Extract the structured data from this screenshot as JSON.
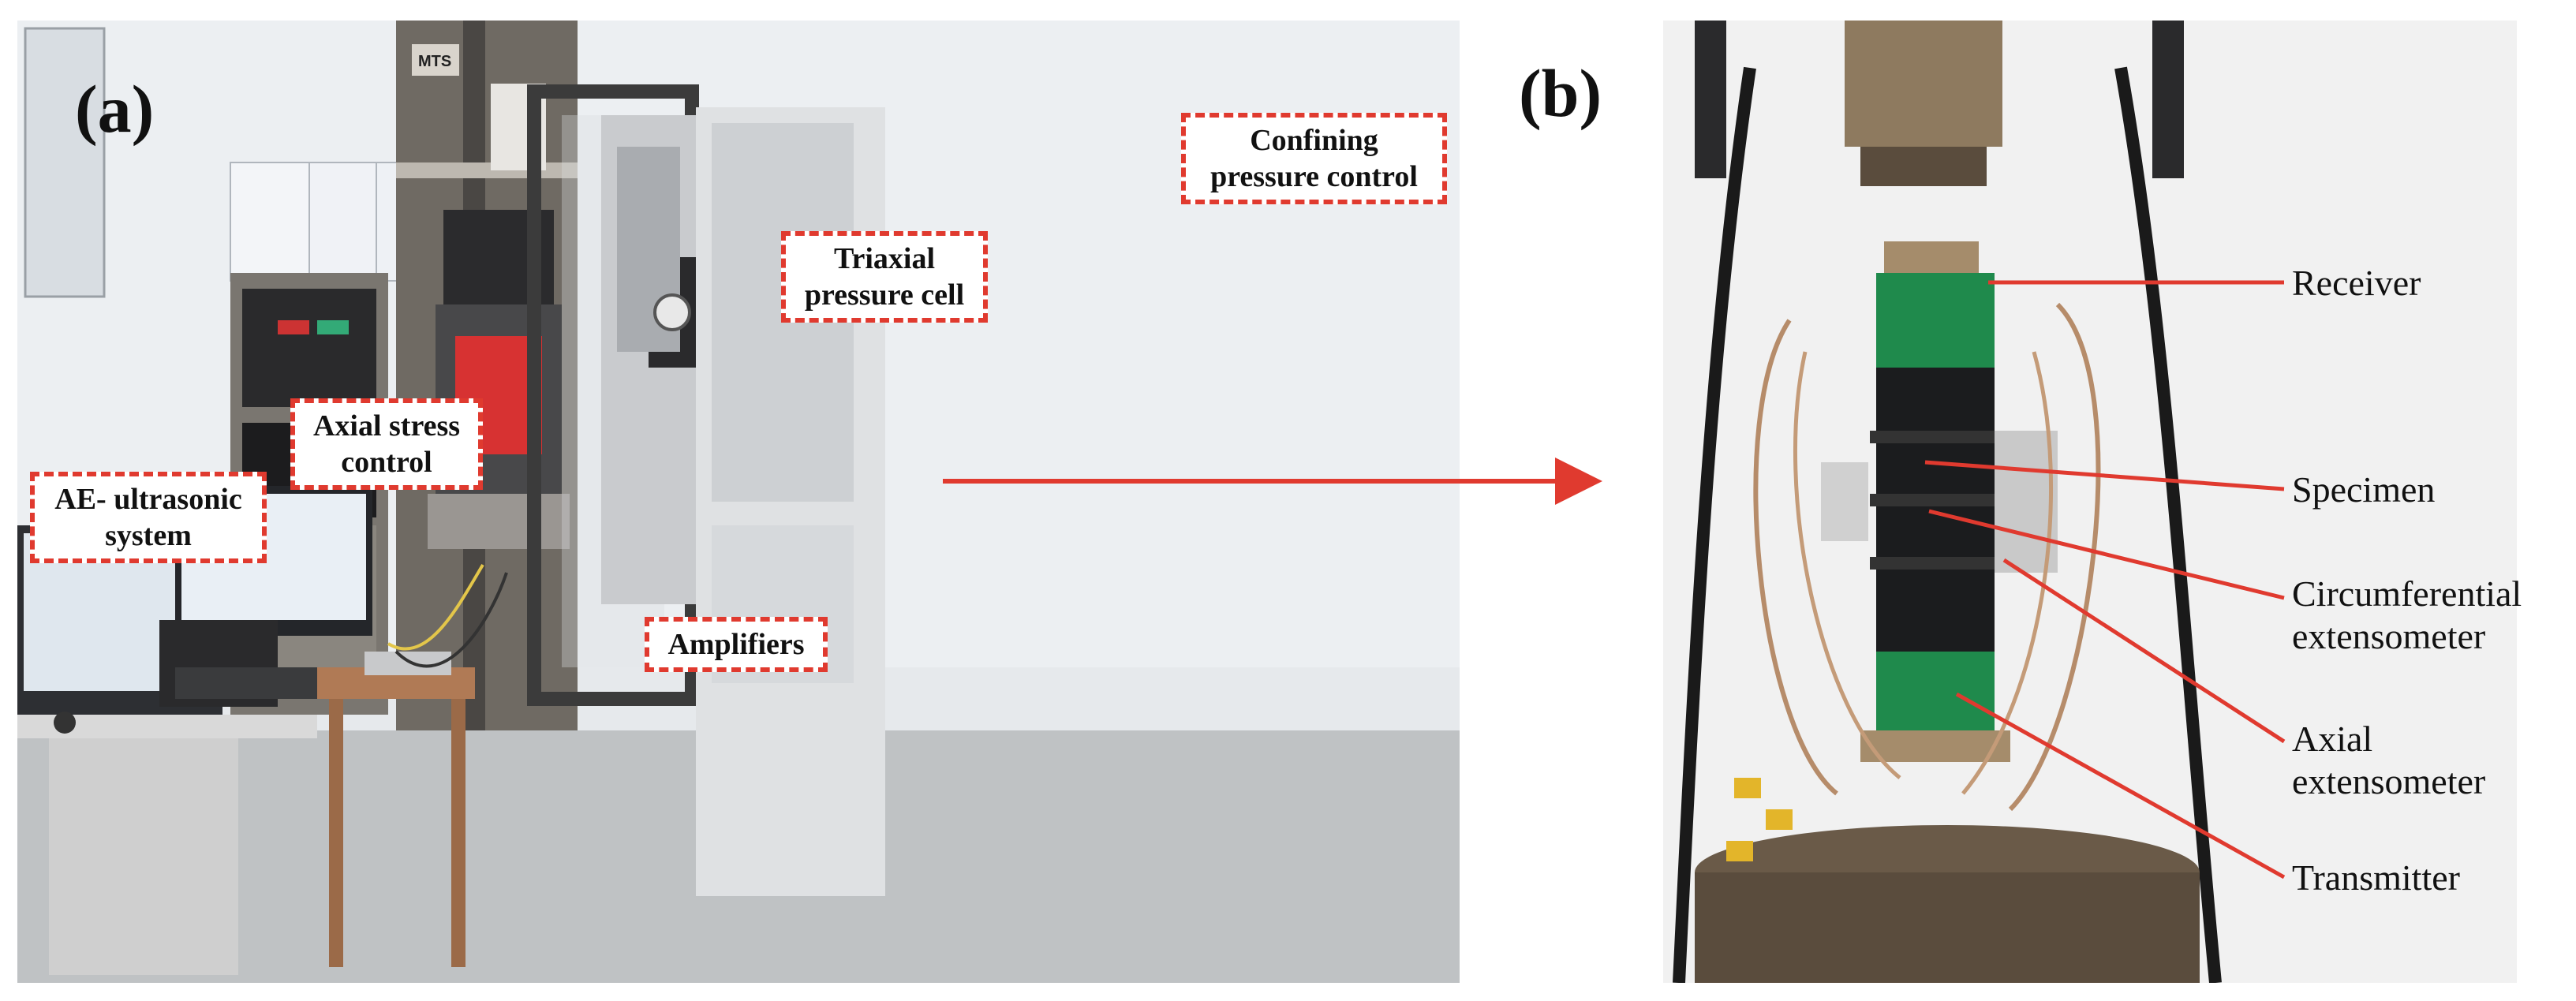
{
  "panel_a": {
    "letter": "(a)",
    "callouts": {
      "ae_system": "AE- ultrasonic\nsystem",
      "axial_stress": "Axial stress\ncontrol",
      "triaxial_cell": "Triaxial\npressure cell",
      "confining": "Confining\npressure control",
      "amplifiers": "Amplifiers"
    },
    "machine_brand": "MTS"
  },
  "panel_b": {
    "letter": "(b)",
    "labels": {
      "receiver": "Receiver",
      "specimen": "Specimen",
      "circumferential": "Circumferential\nextensometer",
      "axial": "Axial\nextensometer",
      "transmitter": "Transmitter"
    }
  },
  "colors": {
    "annotation_red": "#e03a2f",
    "frame_grey": "#6f6a63",
    "specimen_green": "#1f8a4c",
    "specimen_black": "#1b1c1e"
  }
}
